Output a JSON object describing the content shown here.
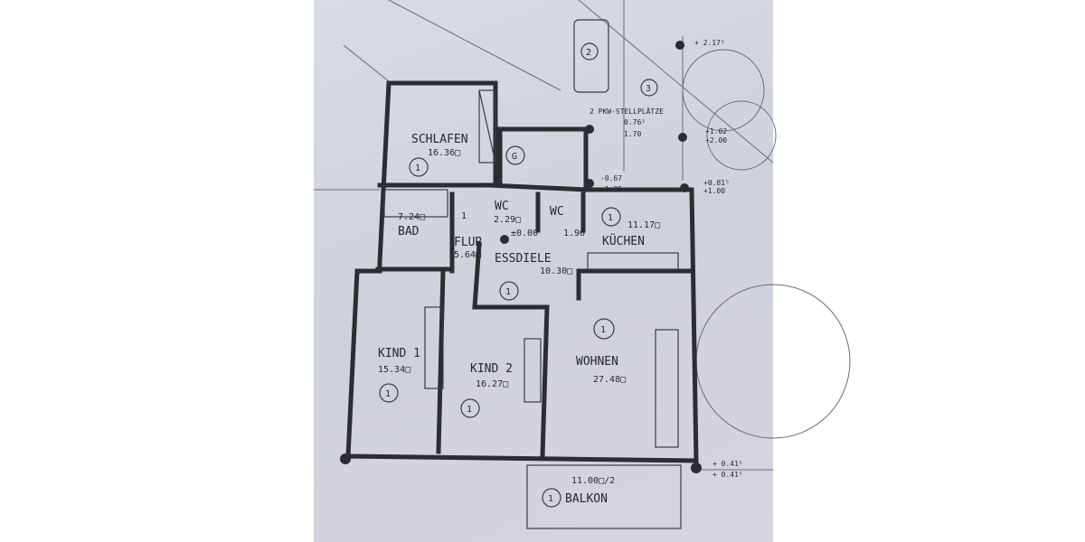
{
  "rooms": [
    {
      "name": "SCHLAFEN",
      "area": "16.36□",
      "marker": "1"
    },
    {
      "name": "BAD",
      "area": "7.24□"
    },
    {
      "name": "WC",
      "area": "2.29□"
    },
    {
      "name": "WC"
    },
    {
      "name": "FLUR",
      "area": "5.64□",
      "marker": "1"
    },
    {
      "name": "KÜCHEN",
      "area": "11.17□",
      "marker": "1"
    },
    {
      "name": "ESSDIELE",
      "area": "10.30□",
      "marker": "1"
    },
    {
      "name": "KIND 1",
      "area": "15.34□",
      "marker": "1"
    },
    {
      "name": "KIND 2",
      "area": "16.27□",
      "marker": "1"
    },
    {
      "name": "WOHNEN",
      "area": "27.48□",
      "marker": "1"
    },
    {
      "name": "BALKON",
      "area": "11.00□/2",
      "marker": "1"
    }
  ],
  "markers": {
    "garage": "G",
    "car": "2",
    "parking": "3"
  },
  "parking_label": "2 PKW-STELLPLÄTZE",
  "levels": {
    "floor": "±0.00",
    "floor2": "1.90",
    "parking_a": "0.76⁵",
    "parking_b": "1.70",
    "top_right": "+ 2.17⁵",
    "right_a": "+1.02",
    "right_b": "+2.00",
    "entry_a": "-0.67",
    "entry_b": "+1.25",
    "garden_a": "+0.81⁵",
    "garden_b": "+1.00",
    "corner_a": "+ 0.41⁵",
    "corner_b": "+ 0.41⁵"
  }
}
